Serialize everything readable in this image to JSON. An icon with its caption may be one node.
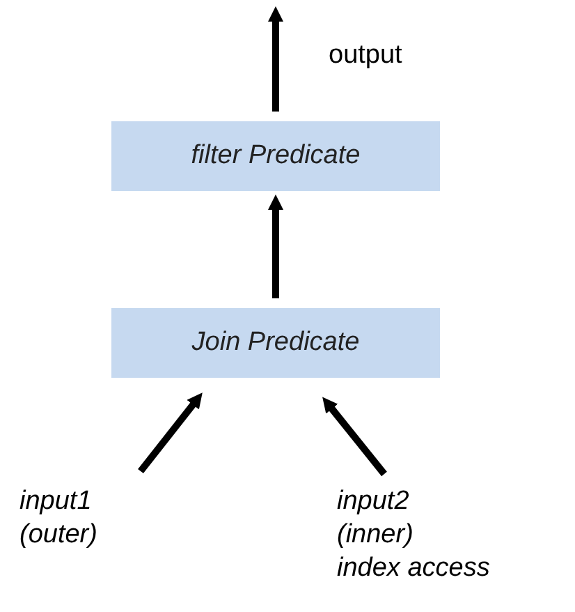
{
  "diagram": {
    "nodes": [
      {
        "text": [
          "filter Predicate"
        ]
      },
      {
        "text": [
          "Join Predicate"
        ]
      },
      {
        "text": [
          "input1",
          "(outer)"
        ]
      },
      {
        "text": [
          "input2",
          "(inner)",
          "index access"
        ]
      }
    ],
    "edges": [
      {
        "from": 0,
        "to": null,
        "arrow": "to",
        "label": "output"
      },
      {
        "from": 1,
        "to": 0,
        "arrow": "to"
      },
      {
        "from": 2,
        "to": 1,
        "arrow": "to"
      },
      {
        "from": 3,
        "to": 1,
        "arrow": "to"
      }
    ]
  }
}
